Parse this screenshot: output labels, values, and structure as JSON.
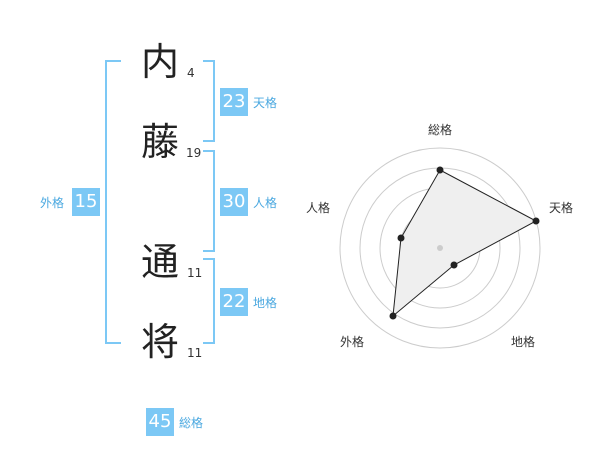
{
  "name": {
    "chars": [
      {
        "char": "内",
        "strokes": "4"
      },
      {
        "char": "藤",
        "strokes": "19"
      },
      {
        "char": "通",
        "strokes": "11"
      },
      {
        "char": "将",
        "strokes": "11"
      }
    ]
  },
  "fortunes": {
    "tenkaku": {
      "value": "23",
      "label": "天格"
    },
    "jinkaku": {
      "value": "30",
      "label": "人格"
    },
    "chikaku": {
      "value": "22",
      "label": "地格"
    },
    "gaikaku": {
      "value": "15",
      "label": "外格"
    },
    "soukaku": {
      "value": "45",
      "label": "総格"
    }
  },
  "radar": {
    "labels": {
      "top": "総格",
      "right": "天格",
      "bottom_right": "地格",
      "bottom_left": "外格",
      "left": "人格"
    },
    "colors": {
      "fill": "#efefef",
      "line": "#222222",
      "ring": "#cccccc"
    }
  }
}
